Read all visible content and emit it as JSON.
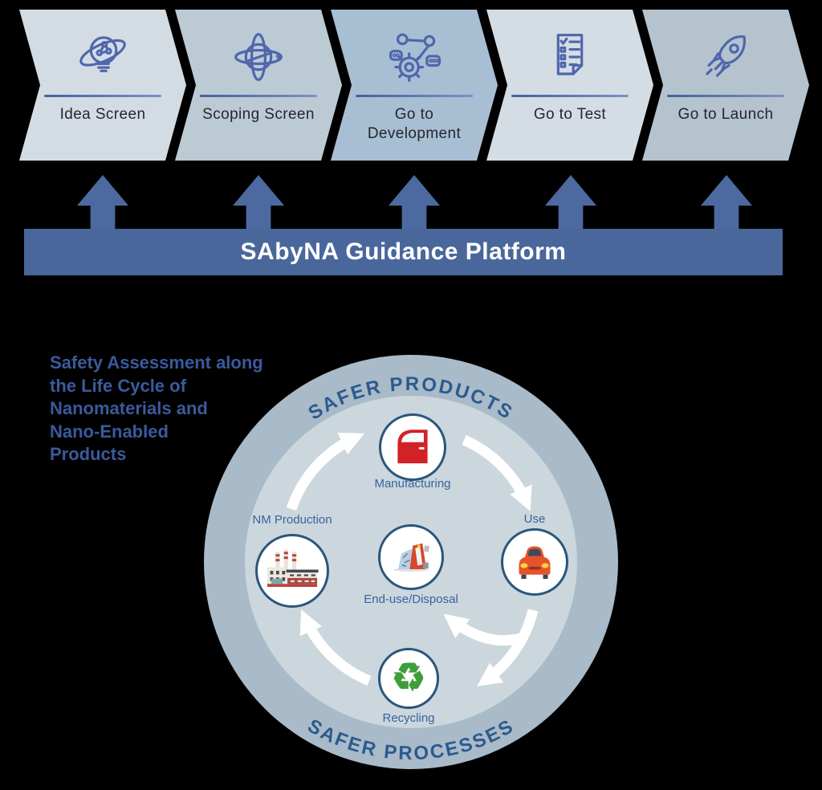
{
  "process_flow": {
    "stages": [
      {
        "label": "Idea Screen",
        "icon": "idea-lightbulb-icon"
      },
      {
        "label": "Scoping Screen",
        "icon": "scoping-gyroscope-icon"
      },
      {
        "label": "Go to Development",
        "icon": "development-gear-icon"
      },
      {
        "label": "Go to Test",
        "icon": "test-checklist-icon"
      },
      {
        "label": "Go to Launch",
        "icon": "launch-rocket-icon"
      }
    ]
  },
  "banner": {
    "title": "SAbyNA Guidance Platform"
  },
  "lifecycle": {
    "heading_lines": [
      "Safety Assessment along",
      "the Life Cycle of",
      "Nanomaterials and",
      "Nano-Enabled",
      "Products"
    ],
    "ring_top_label": "SAFER PRODUCTS",
    "ring_bottom_label": "SAFER PROCESSES",
    "nodes": [
      {
        "label": "Manufacturing",
        "icon": "car-door-icon"
      },
      {
        "label": "Use",
        "icon": "car-front-icon"
      },
      {
        "label": "End-use/Disposal",
        "icon": "wrecked-car-icon"
      },
      {
        "label": "Recycling",
        "icon": "recycle-icon"
      },
      {
        "label": "NM Production",
        "icon": "factory-icon"
      }
    ],
    "recycle_glyph": "♻"
  },
  "colors": {
    "background": "#000000",
    "banner_blue": "#49679b",
    "arrow_blue": "#4c6aa0",
    "chevron_1": "#d3dce3",
    "chevron_2": "#bccad4",
    "chevron_3": "#a8bed3",
    "chevron_4": "#d4dde3",
    "chevron_5": "#b4c3ce",
    "ring_outer": "#a9bac8",
    "ring_inner": "#ccd6dd",
    "arc_text": "#2b5a8f",
    "node_border": "#2a567a",
    "label_blue": "#35649f",
    "heading_blue": "#3b5a9c"
  }
}
